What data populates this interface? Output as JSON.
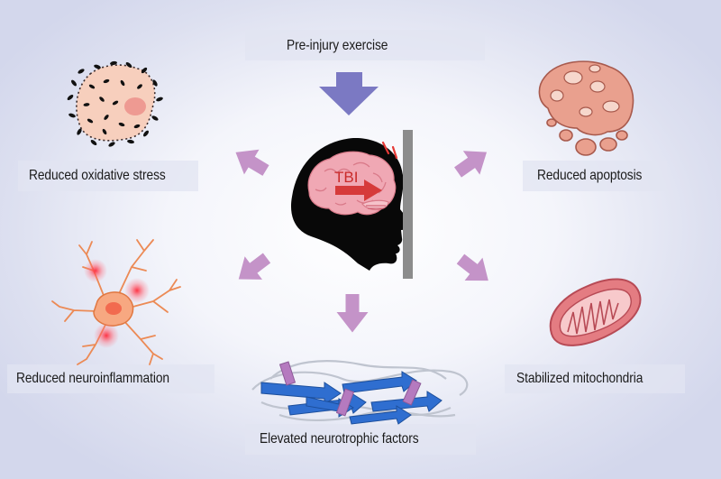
{
  "top": {
    "label": "Pre-injury exercise"
  },
  "center": {
    "tbi_label": "TBI"
  },
  "effects": {
    "oxidative": "Reduced oxidative stress",
    "apoptosis": "Reduced apoptosis",
    "neuroinflammation": "Reduced neuroinflammation",
    "mitochondria": "Stabilized mitochondria",
    "neurotrophic": "Elevated neurotrophic factors"
  },
  "colors": {
    "top_arrow": "#7b79c3",
    "effect_arrow": "#c493c8",
    "tbi_arrow": "#d63a3a",
    "brain": "#f0a8b4",
    "wall": "#8c8c8c"
  }
}
